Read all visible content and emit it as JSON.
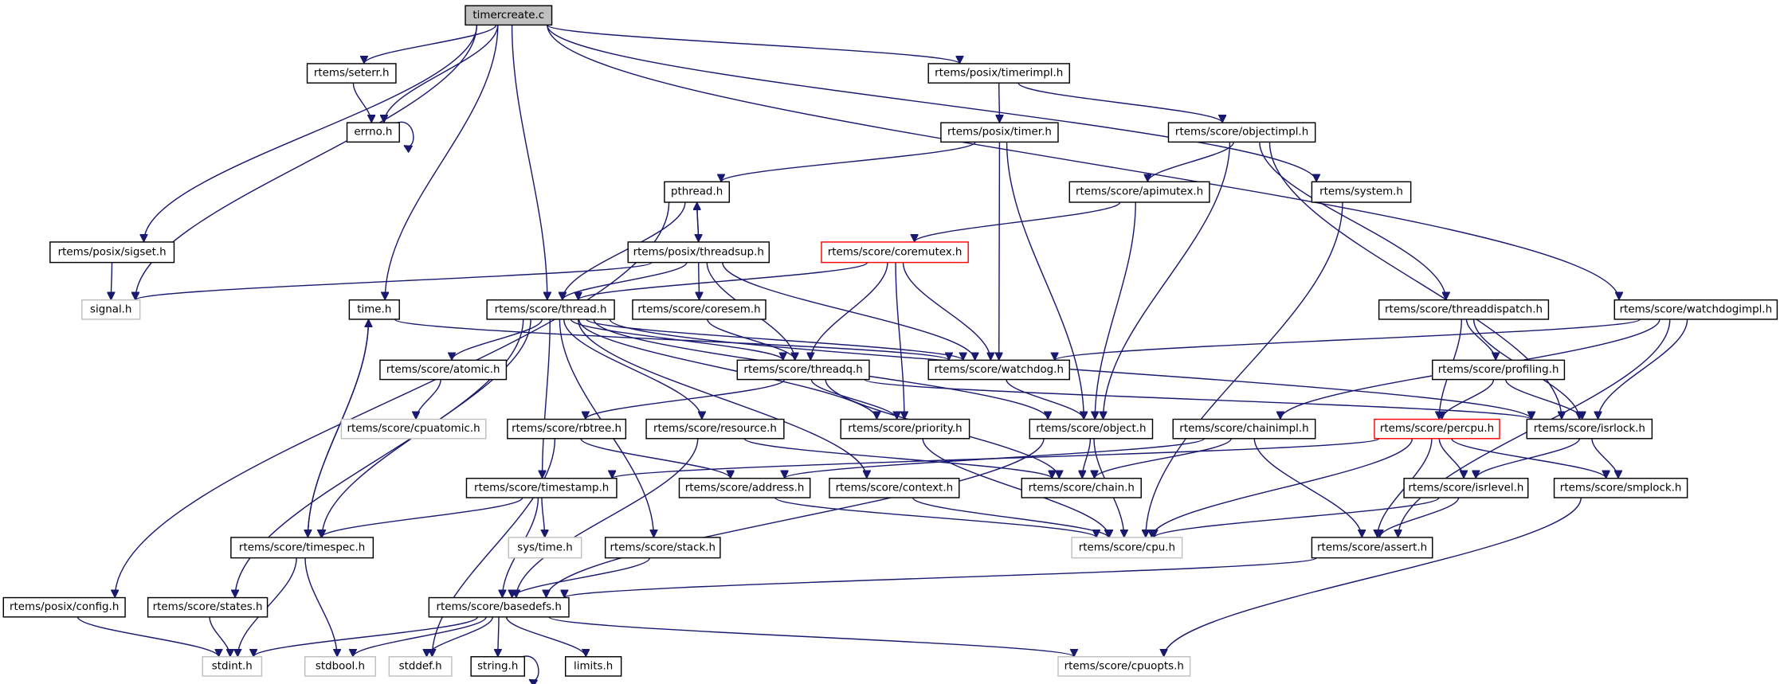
{
  "title": "timercreate.c",
  "colors": {
    "edge": "#191970",
    "root_fill": "#bfbfbf",
    "missing_border": "#bfbfbf",
    "incomplete_border": "#ff0000",
    "normal_border": "#000000"
  },
  "nodes": [
    {
      "id": "timercreate",
      "label": "timercreate.c",
      "kind": "root"
    },
    {
      "id": "seterr",
      "label": "rtems/seterr.h",
      "kind": "normal"
    },
    {
      "id": "errno",
      "label": "errno.h",
      "kind": "normal"
    },
    {
      "id": "sigset",
      "label": "rtems/posix/sigset.h",
      "kind": "normal"
    },
    {
      "id": "signal",
      "label": "signal.h",
      "kind": "missing"
    },
    {
      "id": "time",
      "label": "time.h",
      "kind": "normal"
    },
    {
      "id": "thread",
      "label": "rtems/score/thread.h",
      "kind": "normal"
    },
    {
      "id": "coresem",
      "label": "rtems/score/coresem.h",
      "kind": "normal"
    },
    {
      "id": "pthread",
      "label": "pthread.h",
      "kind": "normal"
    },
    {
      "id": "threadsup",
      "label": "rtems/posix/threadsup.h",
      "kind": "normal"
    },
    {
      "id": "coremutex",
      "label": "rtems/score/coremutex.h",
      "kind": "incomplete"
    },
    {
      "id": "timerimpl",
      "label": "rtems/posix/timerimpl.h",
      "kind": "normal"
    },
    {
      "id": "timer",
      "label": "rtems/posix/timer.h",
      "kind": "normal"
    },
    {
      "id": "objectimpl",
      "label": "rtems/score/objectimpl.h",
      "kind": "normal"
    },
    {
      "id": "apimutex",
      "label": "rtems/score/apimutex.h",
      "kind": "normal"
    },
    {
      "id": "system",
      "label": "rtems/system.h",
      "kind": "normal"
    },
    {
      "id": "threaddispatch",
      "label": "rtems/score/threaddispatch.h",
      "kind": "normal"
    },
    {
      "id": "watchdogimpl",
      "label": "rtems/score/watchdogimpl.h",
      "kind": "normal"
    },
    {
      "id": "atomic",
      "label": "rtems/score/atomic.h",
      "kind": "normal"
    },
    {
      "id": "threadq",
      "label": "rtems/score/threadq.h",
      "kind": "normal"
    },
    {
      "id": "watchdog",
      "label": "rtems/score/watchdog.h",
      "kind": "normal"
    },
    {
      "id": "profiling",
      "label": "rtems/score/profiling.h",
      "kind": "normal"
    },
    {
      "id": "cpuatomic",
      "label": "rtems/score/cpuatomic.h",
      "kind": "missing"
    },
    {
      "id": "rbtree",
      "label": "rtems/score/rbtree.h",
      "kind": "normal"
    },
    {
      "id": "resource",
      "label": "rtems/score/resource.h",
      "kind": "normal"
    },
    {
      "id": "priority",
      "label": "rtems/score/priority.h",
      "kind": "normal"
    },
    {
      "id": "object",
      "label": "rtems/score/object.h",
      "kind": "normal"
    },
    {
      "id": "chainimpl",
      "label": "rtems/score/chainimpl.h",
      "kind": "normal"
    },
    {
      "id": "percpu",
      "label": "rtems/score/percpu.h",
      "kind": "incomplete"
    },
    {
      "id": "isrlock",
      "label": "rtems/score/isrlock.h",
      "kind": "normal"
    },
    {
      "id": "timestamp",
      "label": "rtems/score/timestamp.h",
      "kind": "normal"
    },
    {
      "id": "address",
      "label": "rtems/score/address.h",
      "kind": "normal"
    },
    {
      "id": "context",
      "label": "rtems/score/context.h",
      "kind": "normal"
    },
    {
      "id": "chain",
      "label": "rtems/score/chain.h",
      "kind": "normal"
    },
    {
      "id": "isrlevel",
      "label": "rtems/score/isrlevel.h",
      "kind": "normal"
    },
    {
      "id": "smplock",
      "label": "rtems/score/smplock.h",
      "kind": "normal"
    },
    {
      "id": "timespec",
      "label": "rtems/score/timespec.h",
      "kind": "normal"
    },
    {
      "id": "systime",
      "label": "sys/time.h",
      "kind": "missing"
    },
    {
      "id": "stack",
      "label": "rtems/score/stack.h",
      "kind": "normal"
    },
    {
      "id": "cpu",
      "label": "rtems/score/cpu.h",
      "kind": "missing"
    },
    {
      "id": "assert",
      "label": "rtems/score/assert.h",
      "kind": "normal"
    },
    {
      "id": "posixconfig",
      "label": "rtems/posix/config.h",
      "kind": "normal"
    },
    {
      "id": "states",
      "label": "rtems/score/states.h",
      "kind": "normal"
    },
    {
      "id": "basedefs",
      "label": "rtems/score/basedefs.h",
      "kind": "normal"
    },
    {
      "id": "stdint",
      "label": "stdint.h",
      "kind": "missing"
    },
    {
      "id": "stdbool",
      "label": "stdbool.h",
      "kind": "missing"
    },
    {
      "id": "stddef",
      "label": "stddef.h",
      "kind": "missing"
    },
    {
      "id": "string",
      "label": "string.h",
      "kind": "normal"
    },
    {
      "id": "limits",
      "label": "limits.h",
      "kind": "normal"
    },
    {
      "id": "cpuopts",
      "label": "rtems/score/cpuopts.h",
      "kind": "missing"
    }
  ],
  "edges": [
    [
      "timercreate",
      "signal"
    ],
    [
      "timercreate",
      "seterr"
    ],
    [
      "timercreate",
      "errno"
    ],
    [
      "timercreate",
      "sigset"
    ],
    [
      "timercreate",
      "time"
    ],
    [
      "timercreate",
      "thread"
    ],
    [
      "timercreate",
      "timerimpl"
    ],
    [
      "timercreate",
      "system"
    ],
    [
      "timercreate",
      "watchdogimpl"
    ],
    [
      "seterr",
      "errno"
    ],
    [
      "errno",
      "errno"
    ],
    [
      "sigset",
      "signal"
    ],
    [
      "timerimpl",
      "timer"
    ],
    [
      "timerimpl",
      "objectimpl"
    ],
    [
      "timer",
      "pthread"
    ],
    [
      "timer",
      "watchdog"
    ],
    [
      "timer",
      "object"
    ],
    [
      "objectimpl",
      "apimutex"
    ],
    [
      "objectimpl",
      "object"
    ],
    [
      "objectimpl",
      "threaddispatch"
    ],
    [
      "objectimpl",
      "isrlock"
    ],
    [
      "apimutex",
      "coremutex"
    ],
    [
      "apimutex",
      "object"
    ],
    [
      "system",
      "cpu"
    ],
    [
      "pthread",
      "threadsup"
    ],
    [
      "pthread",
      "thread"
    ],
    [
      "pthread",
      "posixconfig"
    ],
    [
      "threadsup",
      "pthread"
    ],
    [
      "threadsup",
      "signal"
    ],
    [
      "threadsup",
      "thread"
    ],
    [
      "threadsup",
      "coresem"
    ],
    [
      "threadsup",
      "threadq"
    ],
    [
      "threadsup",
      "watchdog"
    ],
    [
      "coremutex",
      "thread"
    ],
    [
      "coremutex",
      "threadq"
    ],
    [
      "coremutex",
      "watchdog"
    ],
    [
      "coremutex",
      "priority"
    ],
    [
      "coresem",
      "threadq"
    ],
    [
      "thread",
      "atomic"
    ],
    [
      "thread",
      "threadq"
    ],
    [
      "thread",
      "watchdog"
    ],
    [
      "thread",
      "object"
    ],
    [
      "thread",
      "resource"
    ],
    [
      "thread",
      "priority"
    ],
    [
      "thread",
      "isrlock"
    ],
    [
      "thread",
      "timestamp"
    ],
    [
      "thread",
      "states"
    ],
    [
      "thread",
      "stack"
    ],
    [
      "thread",
      "context"
    ],
    [
      "thread",
      "timespec"
    ],
    [
      "time",
      "watchdog"
    ],
    [
      "time",
      "timespec"
    ],
    [
      "threadq",
      "rbtree"
    ],
    [
      "threadq",
      "priority"
    ],
    [
      "threadq",
      "chain"
    ],
    [
      "threadq",
      "isrlock"
    ],
    [
      "watchdog",
      "object"
    ],
    [
      "watchdogimpl",
      "watchdog"
    ],
    [
      "watchdogimpl",
      "chainimpl"
    ],
    [
      "watchdogimpl",
      "isrlock"
    ],
    [
      "watchdogimpl",
      "assert"
    ],
    [
      "threaddispatch",
      "percpu"
    ],
    [
      "threaddispatch",
      "profiling"
    ],
    [
      "threaddispatch",
      "isrlock"
    ],
    [
      "profiling",
      "percpu"
    ],
    [
      "profiling",
      "isrlock"
    ],
    [
      "atomic",
      "cpuatomic"
    ],
    [
      "rbtree",
      "address"
    ],
    [
      "rbtree",
      "stddef"
    ],
    [
      "resource",
      "chain"
    ],
    [
      "resource",
      "basedefs"
    ],
    [
      "priority",
      "cpu"
    ],
    [
      "object",
      "chain"
    ],
    [
      "object",
      "cpu"
    ],
    [
      "object",
      "basedefs"
    ],
    [
      "chainimpl",
      "chain"
    ],
    [
      "chainimpl",
      "address"
    ],
    [
      "chainimpl",
      "assert"
    ],
    [
      "percpu",
      "timestamp"
    ],
    [
      "percpu",
      "isrlevel"
    ],
    [
      "percpu",
      "smplock"
    ],
    [
      "percpu",
      "cpu"
    ],
    [
      "percpu",
      "assert"
    ],
    [
      "isrlock",
      "isrlevel"
    ],
    [
      "isrlock",
      "smplock"
    ],
    [
      "timestamp",
      "timespec"
    ],
    [
      "timestamp",
      "systime"
    ],
    [
      "timestamp",
      "basedefs"
    ],
    [
      "address",
      "cpu"
    ],
    [
      "context",
      "cpu"
    ],
    [
      "isrlevel",
      "cpu"
    ],
    [
      "isrlevel",
      "assert"
    ],
    [
      "smplock",
      "cpuopts"
    ],
    [
      "timespec",
      "stdint"
    ],
    [
      "timespec",
      "stdbool"
    ],
    [
      "timespec",
      "time"
    ],
    [
      "stack",
      "basedefs"
    ],
    [
      "assert",
      "basedefs"
    ],
    [
      "posixconfig",
      "stdint"
    ],
    [
      "states",
      "stdint"
    ],
    [
      "basedefs",
      "stdint"
    ],
    [
      "basedefs",
      "stdbool"
    ],
    [
      "basedefs",
      "stddef"
    ],
    [
      "basedefs",
      "string"
    ],
    [
      "basedefs",
      "limits"
    ],
    [
      "basedefs",
      "cpuopts"
    ],
    [
      "string",
      "string"
    ]
  ]
}
